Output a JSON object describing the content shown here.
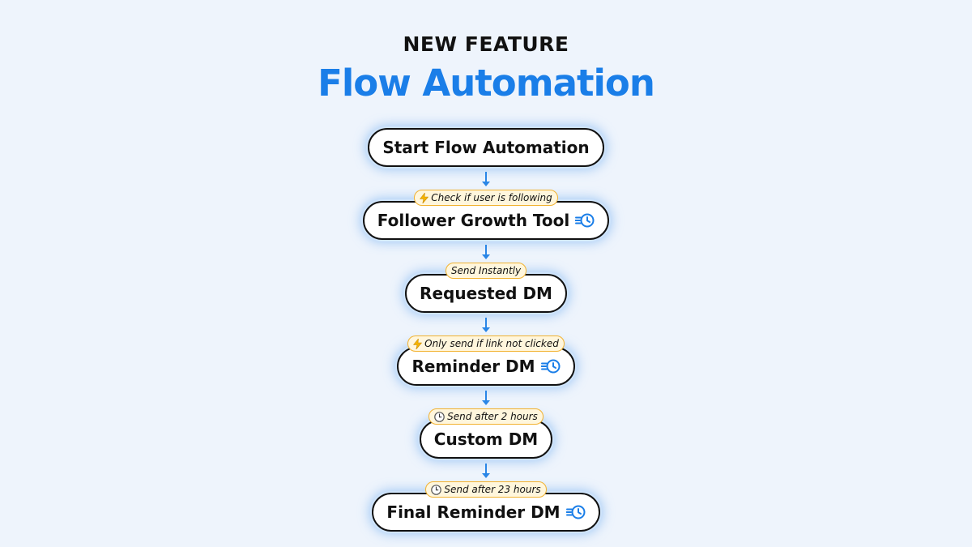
{
  "header": {
    "eyebrow": "NEW FEATURE",
    "title": "Flow Automation"
  },
  "colors": {
    "accent": "#1a7ee8",
    "badge_border": "#f2b230",
    "badge_fill": "#fff6dc",
    "background": "#eef4fc"
  },
  "flow": {
    "steps": [
      {
        "label": "Start Flow Automation",
        "badge": null,
        "badge_icon": null,
        "step_icon": null
      },
      {
        "label": "Follower Growth Tool",
        "badge": "Check if user is following",
        "badge_icon": "lightning-icon",
        "step_icon": "history-icon"
      },
      {
        "label": "Requested DM",
        "badge": "Send Instantly",
        "badge_icon": null,
        "step_icon": null
      },
      {
        "label": "Reminder DM",
        "badge": "Only send if link not clicked",
        "badge_icon": "lightning-icon",
        "step_icon": "history-icon"
      },
      {
        "label": "Custom DM",
        "badge": "Send after 2 hours",
        "badge_icon": "clock-icon",
        "step_icon": null
      },
      {
        "label": "Final Reminder DM",
        "badge": "Send after 23 hours",
        "badge_icon": "clock-icon",
        "step_icon": "history-icon"
      }
    ]
  }
}
